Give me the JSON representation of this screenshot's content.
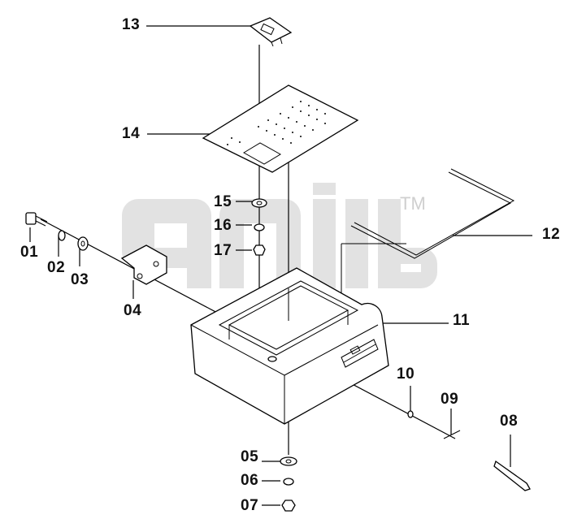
{
  "watermark": {
    "trademark": "TM"
  },
  "callouts": [
    {
      "id": "01",
      "text": "01"
    },
    {
      "id": "02",
      "text": "02"
    },
    {
      "id": "03",
      "text": "03"
    },
    {
      "id": "04",
      "text": "04"
    },
    {
      "id": "05",
      "text": "05"
    },
    {
      "id": "06",
      "text": "06"
    },
    {
      "id": "07",
      "text": "07"
    },
    {
      "id": "08",
      "text": "08"
    },
    {
      "id": "09",
      "text": "09"
    },
    {
      "id": "10",
      "text": "10"
    },
    {
      "id": "11",
      "text": "11"
    },
    {
      "id": "12",
      "text": "12"
    },
    {
      "id": "13",
      "text": "13"
    },
    {
      "id": "14",
      "text": "14"
    },
    {
      "id": "15",
      "text": "15"
    },
    {
      "id": "16",
      "text": "16"
    },
    {
      "id": "17",
      "text": "17"
    }
  ]
}
